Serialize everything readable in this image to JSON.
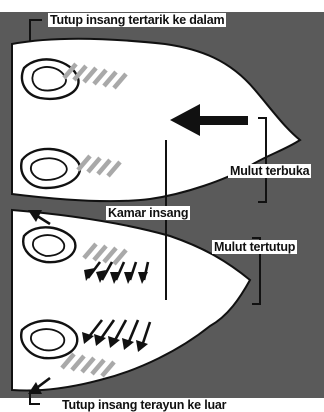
{
  "colors": {
    "background": "#5a5a5a",
    "fish_body": "#ffffff",
    "outline": "#111111",
    "gill_bars": "#a9a9a9"
  },
  "labels": {
    "top_title": "Tutup insang tertarik ke dalam",
    "mouth_open": "Mulut terbuka",
    "gill_chamber": "Kamar insang",
    "mouth_closed": "Mulut tertutup",
    "bottom_title": "Tutup insang terayun ke luar"
  },
  "arrows": {
    "top_fish": "water-inflow-arrow",
    "bottom_fish": "water-outflow-arrows"
  }
}
